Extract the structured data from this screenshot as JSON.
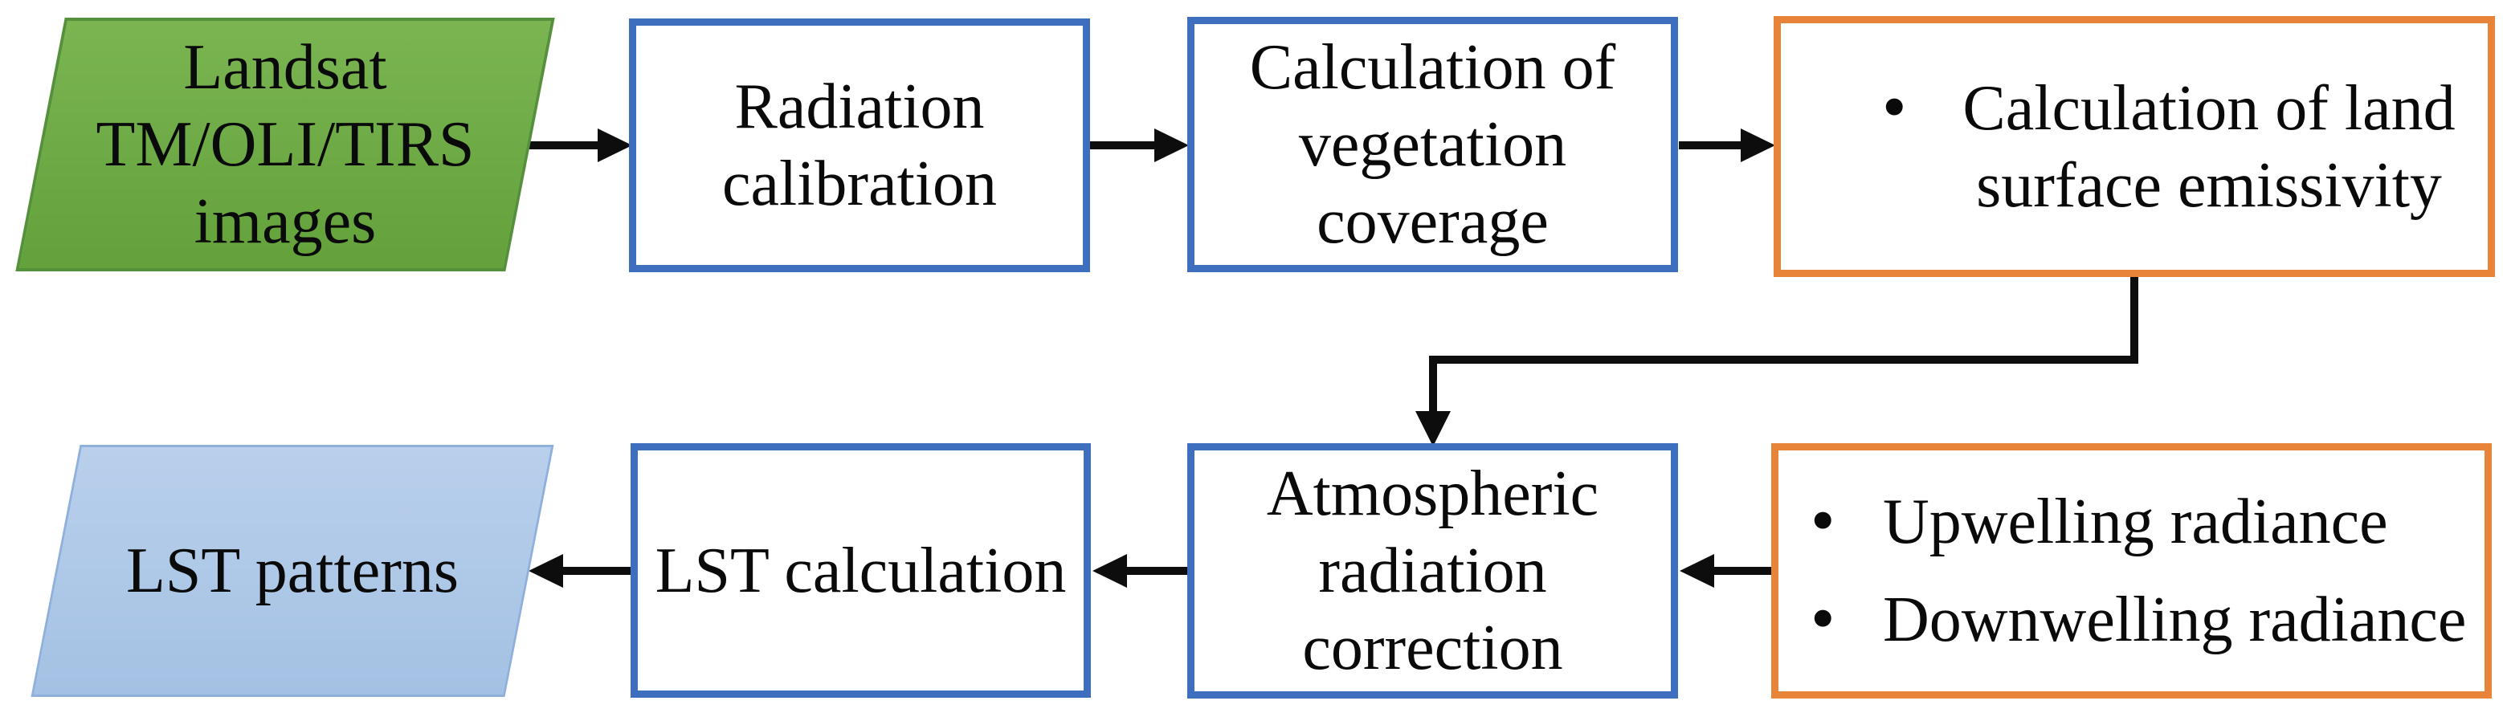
{
  "colors": {
    "background": "#ffffff",
    "box-fill": "#ffffff",
    "text": "#0a0a0a",
    "arrow": "#0d0d0d",
    "blue-border": "#3e6fbe",
    "orange-border": "#e8833a",
    "green-fill-top": "#7ab551",
    "green-fill-bottom": "#63a13b",
    "green-border": "#55903a",
    "lightblue-fill-top": "#b9d0ec",
    "lightblue-fill-bottom": "#a4c1e3",
    "lightblue-border": "#8fb0dc"
  },
  "bullet_char": "•",
  "nodes": {
    "landsat_images": {
      "label": "Landsat\nTM/OLI/TIRS\nimages",
      "shape": "parallelogram",
      "fill": "green"
    },
    "radiation_calibration": {
      "label": "Radiation\ncalibration",
      "shape": "process-box",
      "border": "blue"
    },
    "vegetation_coverage": {
      "label": "Calculation of\nvegetation\ncoverage",
      "shape": "process-box",
      "border": "blue"
    },
    "land_surface_emissivity": {
      "items": [
        "Calculation of land\nsurface emissivity"
      ],
      "shape": "bullet-box",
      "border": "orange"
    },
    "lst_patterns": {
      "label": "LST patterns",
      "shape": "parallelogram",
      "fill": "lightblue"
    },
    "lst_calculation": {
      "label": "LST calculation",
      "shape": "process-box",
      "border": "blue"
    },
    "atmospheric_correction": {
      "label": "Atmospheric\nradiation\ncorrection",
      "shape": "process-box",
      "border": "blue"
    },
    "radiance_inputs": {
      "items": [
        "Upwelling radiance",
        "Downwelling radiance"
      ],
      "shape": "bullet-box",
      "border": "orange"
    }
  },
  "edges": [
    {
      "from": "landsat_images",
      "to": "radiation_calibration"
    },
    {
      "from": "radiation_calibration",
      "to": "vegetation_coverage"
    },
    {
      "from": "vegetation_coverage",
      "to": "land_surface_emissivity"
    },
    {
      "from": "land_surface_emissivity",
      "to": "atmospheric_correction",
      "type": "elbow"
    },
    {
      "from": "radiance_inputs",
      "to": "atmospheric_correction"
    },
    {
      "from": "atmospheric_correction",
      "to": "lst_calculation"
    },
    {
      "from": "lst_calculation",
      "to": "lst_patterns"
    }
  ]
}
